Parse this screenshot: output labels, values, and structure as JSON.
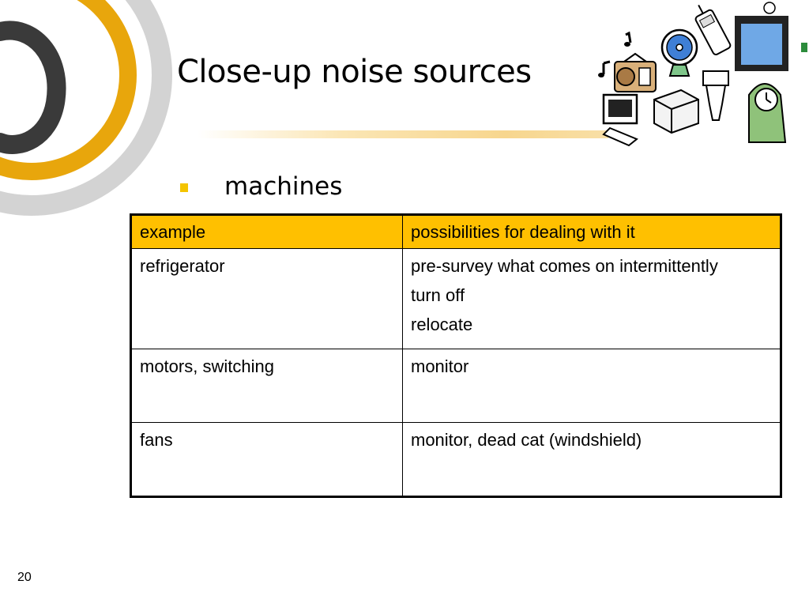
{
  "slide": {
    "title": "Close-up noise sources",
    "bullet": "machines",
    "page_number": "20"
  },
  "table": {
    "headers": [
      "example",
      "possibilities for dealing with it"
    ],
    "rows": [
      {
        "example": "refrigerator",
        "possibilities": [
          "pre-survey what comes on intermittently",
          "turn off",
          "relocate"
        ]
      },
      {
        "example": "motors, switching",
        "possibilities": [
          "monitor"
        ]
      },
      {
        "example": "fans",
        "possibilities": [
          "monitor, dead cat (windshield)"
        ]
      }
    ]
  },
  "colors": {
    "header_fill": "#ffc000",
    "bullet": "#f4c400",
    "ring_gold": "#e8a60c",
    "ring_dark": "#3a3a3a",
    "ring_gray": "#c8c8c8"
  },
  "icons": [
    "music-note-icon",
    "radio-icon",
    "fan-icon",
    "cell-phone-icon",
    "elevator-icon",
    "computer-icon",
    "printer-icon",
    "toilet-icon",
    "clock-icon"
  ]
}
